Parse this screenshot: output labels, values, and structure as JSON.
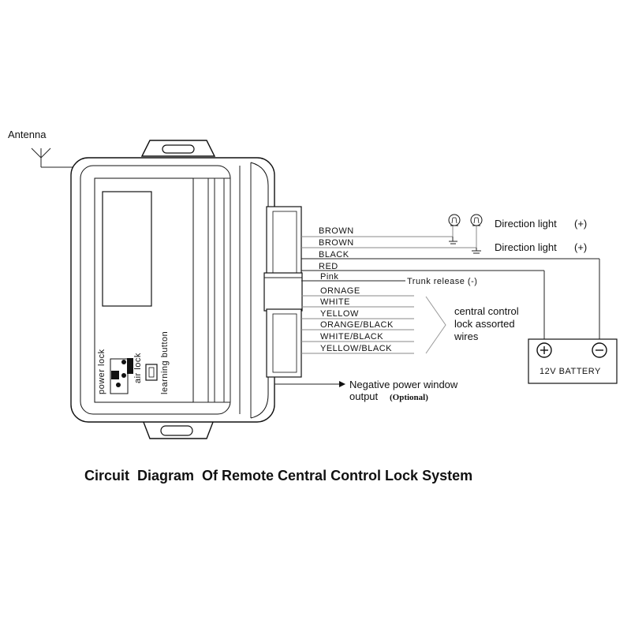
{
  "labels": {
    "antenna": "Antenna",
    "power_lock": "power lock",
    "air_lock": "air lock",
    "learning_button": "learning button",
    "direction_light_1": "Direction light",
    "direction_light_1_sign": "(+)",
    "direction_light_2": "Direction light",
    "direction_light_2_sign": "(+)",
    "trunk_release": "Trunk release (-)",
    "central_lock_line1": "central control",
    "central_lock_line2": "lock assorted",
    "central_lock_line3": "wires",
    "battery": "12V BATTERY",
    "negative_window_line1": "Negative power window",
    "negative_window_line2": "output",
    "optional": "(Optional)",
    "title": "Circuit  Diagram  Of Remote Central Control Lock System"
  },
  "wires": [
    "BROWN",
    "BROWN",
    "BLACK",
    "RED",
    "Pink",
    "ORNAGE",
    "WHITE",
    "YELLOW",
    "ORANGE/BLACK",
    "WHITE/BLACK",
    "YELLOW/BLACK"
  ]
}
